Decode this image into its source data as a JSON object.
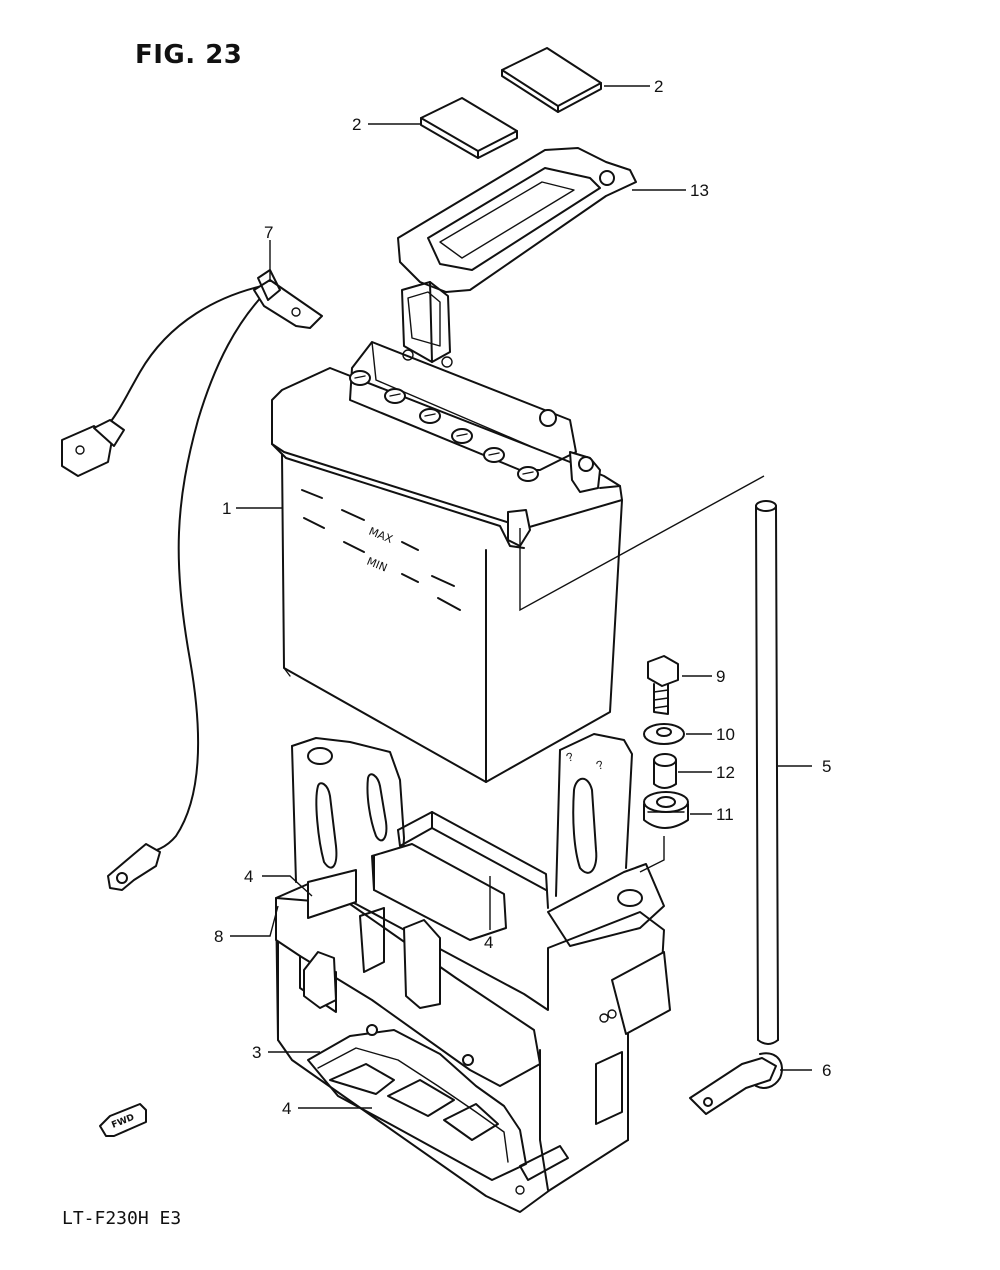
{
  "figure": {
    "title": "FIG. 23",
    "model_code": "LT-F230H E3"
  },
  "battery_markings": {
    "max": "MAX",
    "min": "MIN"
  },
  "fwd_badge": "FWD",
  "callouts": {
    "c1": "1",
    "c2a": "2",
    "c2b": "2",
    "c3": "3",
    "c4a": "4",
    "c4b": "4",
    "c4c": "4",
    "c5": "5",
    "c6": "6",
    "c7": "7",
    "c8": "8",
    "c9": "9",
    "c10": "10",
    "c11": "11",
    "c12": "12",
    "c13": "13"
  }
}
